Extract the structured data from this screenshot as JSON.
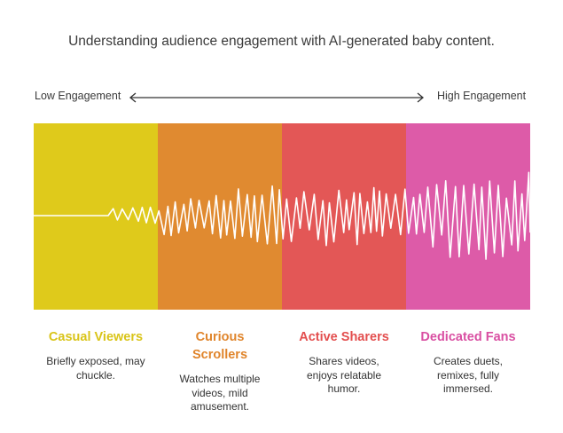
{
  "title": "Understanding audience engagement with AI-generated baby content.",
  "scale": {
    "low_label": "Low Engagement",
    "high_label": "High Engagement"
  },
  "stages": [
    {
      "title": "Casual Viewers",
      "description": "Briefly exposed, may chuckle.",
      "color": "#DFCA1B",
      "title_color": "#D9C418"
    },
    {
      "title": "Curious Scrollers",
      "description": "Watches multiple videos, mild amusement.",
      "color": "#E08A30",
      "title_color": "#E0852C"
    },
    {
      "title": "Active Sharers",
      "description": "Shares videos, enjoys relatable humor.",
      "color": "#E35756",
      "title_color": "#E34E4E"
    },
    {
      "title": "Dedicated Fans",
      "description": "Creates duets, remixes, fully immersed.",
      "color": "#DD5BA8",
      "title_color": "#D94FA2"
    }
  ],
  "waveform": {
    "color": "#FFFFFF",
    "shape": "signal amplitude increasing left to right"
  }
}
